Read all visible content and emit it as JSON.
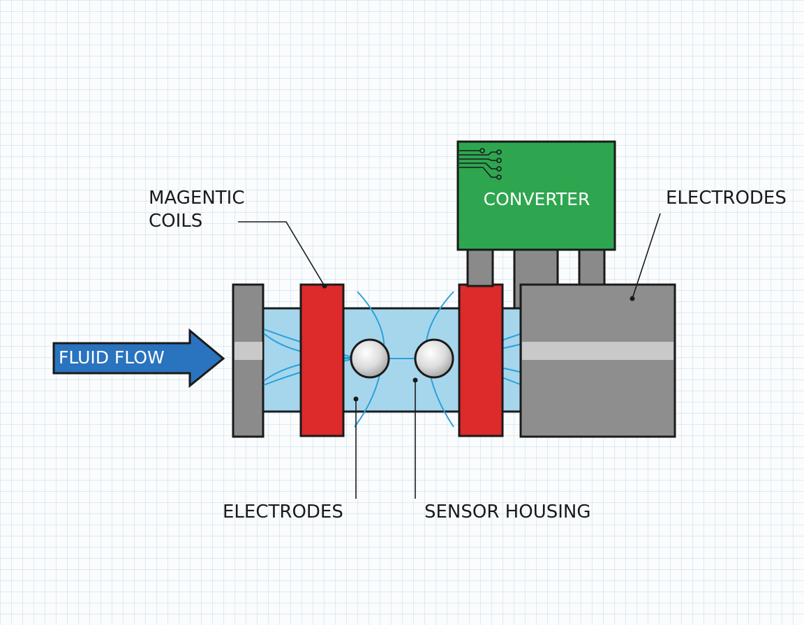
{
  "labels": {
    "magnetic_coils_line1": "MAGENTIC",
    "magnetic_coils_line2": "COILS",
    "converter": "CONVERTER",
    "electrodes_right": "ELECTRODES",
    "electrodes_bottom": "ELECTRODES",
    "sensor_housing": "SENSOR HOUSING",
    "fluid_flow": "FLUID FLOW"
  },
  "colors": {
    "coil": "#dd2a2b",
    "converter": "#2ea64f",
    "pipe": "#a6d6ec",
    "flange": "#8b8b8b",
    "housing": "#8e8e8e",
    "arrow": "#2a73be",
    "field_lines": "#2aa0dd",
    "outline": "#1a1a1a"
  },
  "icons": {
    "converter_circuit": "circuit-traces-icon"
  }
}
